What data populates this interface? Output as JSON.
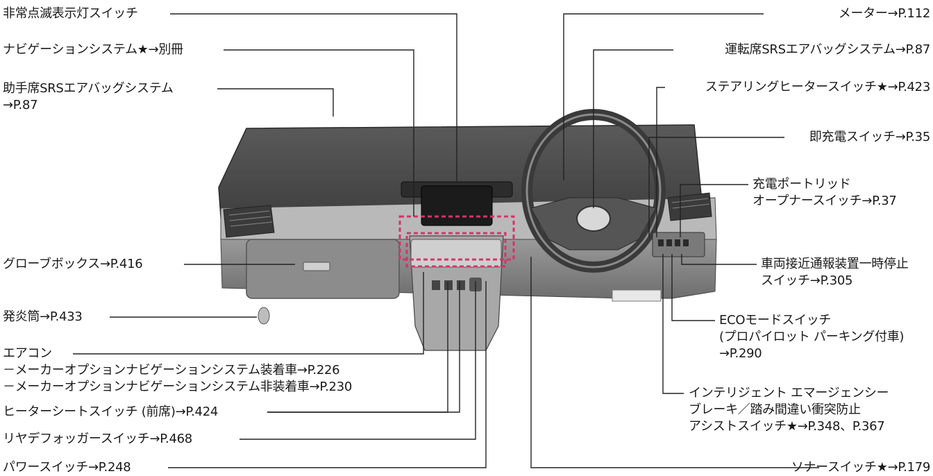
{
  "colors": {
    "leader": "#222222",
    "highlight": "#d6336c",
    "dash_dark": "#3f3f3f",
    "dash_mid": "#8a8a8a",
    "dash_light": "#c7c7c7"
  },
  "left_labels": {
    "hazard": "非常点滅表示灯スイッチ",
    "navi": "ナビゲーションシステム★→別冊",
    "passenger_airbag_1": "助手席SRSエアバッグシステム",
    "passenger_airbag_2": "→P.87",
    "glovebox": "グローブボックス→P.416",
    "flare": "発炎筒→P.433",
    "aircon_1": "エアコン",
    "aircon_2": "－メーカーオプションナビゲーションシステム装着車→P.226",
    "aircon_3": "－メーカーオプションナビゲーションシステム非装着車→P.230",
    "seat_heater": "ヒーターシートスイッチ (前席)→P.424",
    "rear_defogger": "リヤデフォッガースイッチ→P.468",
    "power_switch": "パワースイッチ→P.248"
  },
  "right_labels": {
    "meter": "メーター→P.112",
    "driver_airbag": "運転席SRSエアバッグシステム→P.87",
    "steering_heater": "ステアリングヒータースイッチ★→P.423",
    "quick_charge": "即充電スイッチ→P.35",
    "charge_lid_1": "充電ポートリッド",
    "charge_lid_2": "オープナースイッチ→P.37",
    "approach_1": "車両接近通報装置一時停止",
    "approach_2": "スイッチ→P.305",
    "eco_1": "ECOモードスイッチ",
    "eco_2": "(プロパイロット パーキング付車)",
    "eco_3": "→P.290",
    "brake_1": "インテリジェント エマージェンシー",
    "brake_2": "ブレーキ／踏み間違い衝突防止",
    "brake_3": "アシストスイッチ★→P.348、P.367",
    "sonar": "ソナースイッチ★→P.179"
  }
}
